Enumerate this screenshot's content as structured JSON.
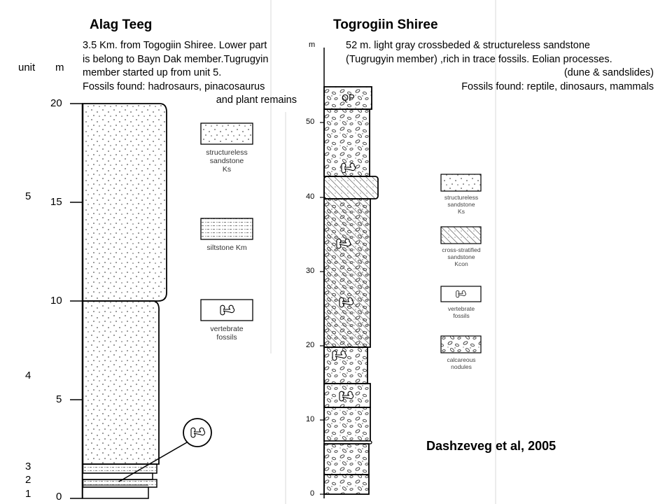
{
  "left_section": {
    "title": "Alag Teeg",
    "notes": [
      "3.5 Km. from Togogiin Shiree. Lower part",
      "is belong to Bayn Dak member.Tugrugyin",
      "member started up from unit 5.",
      "Fossils found: hadrosaurs, pinacosaurus",
      "and plant remains"
    ],
    "axis_unit_label": "unit",
    "axis_m_label": "m",
    "meter_ticks": [
      "20",
      "15",
      "10",
      "5",
      "0"
    ],
    "unit_labels": [
      "5",
      "4",
      "3",
      "2",
      "1"
    ],
    "legend": [
      {
        "label": [
          "structureless",
          "sandstone",
          "Ks"
        ],
        "pattern": "dots"
      },
      {
        "label": [
          "siltstone Km"
        ],
        "pattern": "siltstone"
      },
      {
        "label": [
          "vertebrate",
          "fossils"
        ],
        "pattern": "bone"
      }
    ]
  },
  "right_section": {
    "title": "Togrogiin Shiree",
    "notes": [
      "52 m. light gray crossbeded  & structureless sandstone",
      "(Tugrugyin member) ,rich in trace fossils. Eolian processes.",
      "(dune & sandslides)",
      "Fossils found: reptile, dinosaurs, mammals"
    ],
    "axis_m_label": "m",
    "meter_ticks": [
      "50",
      "40",
      "30",
      "20",
      "10",
      "0"
    ],
    "top_label": "QP",
    "legend": [
      {
        "label": [
          "structureless",
          "sandstone",
          "Ks"
        ],
        "pattern": "dots"
      },
      {
        "label": [
          "cross-stratified",
          "sandstone",
          "Kcon"
        ],
        "pattern": "cross"
      },
      {
        "label": [
          "vertebrate",
          "fossils"
        ],
        "pattern": "bone"
      },
      {
        "label": [
          "calcareous",
          "nodules"
        ],
        "pattern": "nodules"
      }
    ]
  },
  "citation": "Dashzeveg et al, 2005"
}
